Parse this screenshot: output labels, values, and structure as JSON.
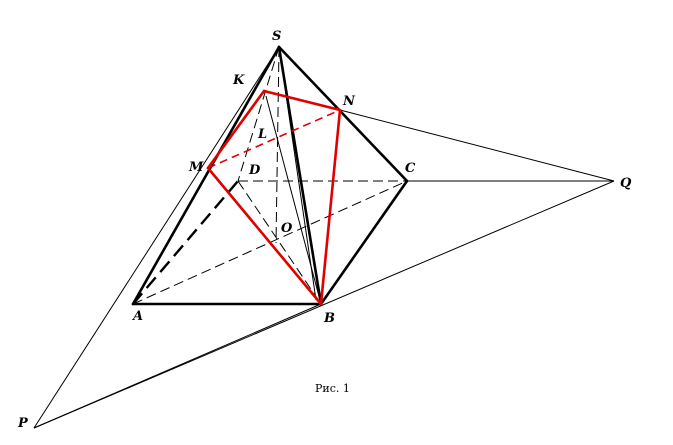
{
  "figure": {
    "caption": "Рис. 1",
    "points": {
      "S": "S",
      "K": "K",
      "N": "N",
      "L": "L",
      "M": "M",
      "D": "D",
      "C": "C",
      "O": "O",
      "Q": "Q",
      "A": "A",
      "B": "B",
      "P": "P"
    }
  },
  "colors": {
    "section": "#e00000",
    "edges": "#000000"
  }
}
